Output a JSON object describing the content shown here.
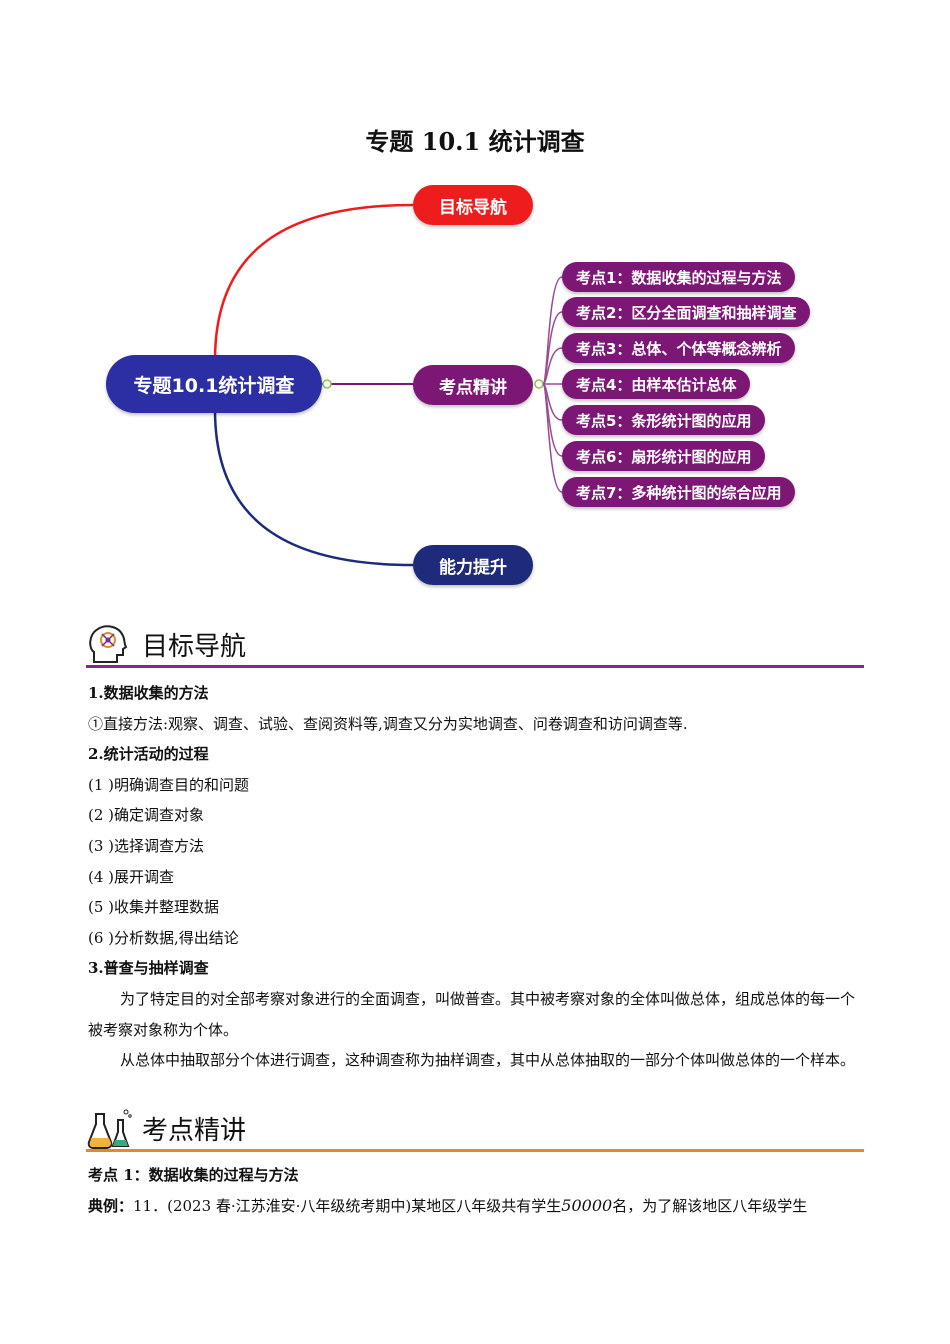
{
  "title": "专题 10.1 统计调查",
  "mindmap": {
    "root": "专题10.1统计调查",
    "branches": [
      "目标导航",
      "考点精讲",
      "能力提升"
    ],
    "leaves": [
      "考点1：数据收集的过程与方法",
      "考点2：区分全面调查和抽样调查",
      "考点3：总体、个体等概念辨析",
      "考点4：由样本估计总体",
      "考点5：条形统计图的应用",
      "考点6：扇形统计图的应用",
      "考点7：多种统计图的综合应用"
    ],
    "colors": {
      "root": "#2b2fa3",
      "goal": "#ee1c1c",
      "points": "#7d1775",
      "ability": "#1e2a7a"
    }
  },
  "section1": {
    "heading": "目标导航",
    "icon": "brain-gear-icon",
    "rule_color": "#7d2b8b",
    "items": [
      {
        "type": "h",
        "text": "1.数据收集的方法"
      },
      {
        "type": "p",
        "text": "①直接方法:观察、调查、试验、查阅资料等,调查又分为实地调查、问卷调查和访问调查等."
      },
      {
        "type": "h",
        "text": "2.统计活动的过程"
      },
      {
        "type": "p",
        "text": "(1 )明确调查目的和问题"
      },
      {
        "type": "p",
        "text": "(2 )确定调查对象"
      },
      {
        "type": "p",
        "text": "(3 )选择调查方法"
      },
      {
        "type": "p",
        "text": "(4 )展开调查"
      },
      {
        "type": "p",
        "text": "(5 )收集并整理数据"
      },
      {
        "type": "p",
        "text": "(6 )分析数据,得出结论"
      },
      {
        "type": "h",
        "text": "3.普查与抽样调查"
      },
      {
        "type": "i",
        "text": "为了特定目的对全部考察对象进行的全面调查，叫做普查。其中被考察对象的全体叫做总体，组成总体的每一个被考察对象称为个体。"
      },
      {
        "type": "i",
        "text": "从总体中抽取部分个体进行调查，这种调查称为抽样调查，其中从总体抽取的一部分个体叫做总体的一个样本。"
      }
    ]
  },
  "section2": {
    "heading": "考点精讲",
    "icon": "flask-icon",
    "rule_color": "#e08a2c",
    "point_title": "考点 1：数据收集的过程与方法",
    "example_label": "典例：",
    "example_text": "11．(2023 春·江苏淮安·八年级统考期中)某地区八年级共有学生",
    "example_number": "50000",
    "example_tail": "名，为了解该地区八年级学生"
  }
}
